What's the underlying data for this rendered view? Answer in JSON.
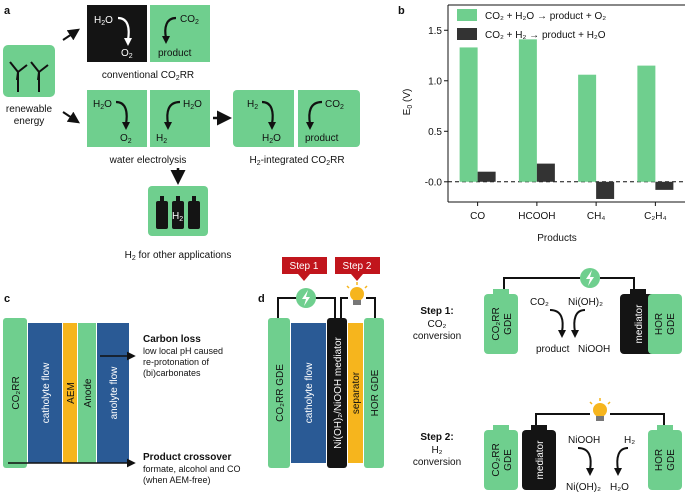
{
  "colors": {
    "green": "#6fcf8e",
    "dark_green": "#4caf6e",
    "blue": "#2a5a95",
    "yellow": "#f6b51d",
    "black": "#141414",
    "red": "#c1151c",
    "bar_dark": "#333333"
  },
  "panel_a": {
    "letter": "a",
    "source_label_1": "renewable",
    "source_label_2": "energy",
    "conv_label": "conventional CO",
    "conv_label_sub": "2",
    "conv_label_tail": "RR",
    "water_label": "water electrolysis",
    "h2int_label": "H",
    "h2int_label_sub": "2",
    "h2int_label_tail": "-integrated CO",
    "h2int_label_sub2": "2",
    "h2int_label_tail2": "RR",
    "other_label": "H",
    "other_label_sub": "2",
    "other_label_tail": " for other applications",
    "product_word": "product",
    "tank_label": "H",
    "tank_label_sub": "2"
  },
  "panel_b": {
    "letter": "b",
    "legend_1": "CO₂ + H₂O → product + O₂",
    "legend_2": "CO₂ + H₂ → product + H₂O",
    "ylabel": "E",
    "ylabel_sub": "0",
    "ylabel_tail": " (V)",
    "xlabel": "Products"
  },
  "chart_data": {
    "type": "bar",
    "categories": [
      "CO",
      "HCOOH",
      "CH₄",
      "C₂H₄"
    ],
    "series": [
      {
        "name": "CO₂ + H₂O → product + O₂",
        "values": [
          1.33,
          1.41,
          1.06,
          1.15
        ]
      },
      {
        "name": "CO₂ + H₂ → product + H₂O",
        "values": [
          0.1,
          0.18,
          -0.17,
          -0.08
        ]
      }
    ],
    "ylim": [
      -0.2,
      1.75
    ],
    "yticks": [
      "-0.0",
      "0.5",
      "1.0",
      "1.5"
    ],
    "ytick_values": [
      0.0,
      0.5,
      1.0,
      1.5
    ],
    "xlabel": "Products",
    "ylabel": "E0 (V)",
    "legend_position": "top"
  },
  "panel_c": {
    "letter": "c",
    "co2rr": "CO₂RR",
    "catholyte": "catholyte flow",
    "aem": "AEM",
    "anode": "Anode",
    "anolyte": "anolyte flow",
    "carbon_loss_title": "Carbon loss",
    "carbon_loss_1": "low local pH caused",
    "carbon_loss_2": "re-protonation of",
    "carbon_loss_3": "(bi)carbonates",
    "crossover_title": "Product crossover",
    "crossover_1": "formate, alcohol and CO",
    "crossover_2": "(when AEM-free)"
  },
  "panel_d": {
    "letter": "d",
    "step1_tag": "Step 1",
    "step2_tag": "Step 2",
    "co2rr_gde": "CO₂RR GDE",
    "catholyte": "catholyte flow",
    "mediator": "Ni(OH)₂/NiOOH mediator",
    "separator": "separator",
    "hor_gde": "HOR GDE",
    "step1_title": "Step 1:",
    "step1_sub_1": "CO₂",
    "step1_sub_2": "conversion",
    "step2_title": "Step 2:",
    "step2_sub_1": "H₂",
    "step2_sub_2": "conversion",
    "gde_left_1": "CO₂RR",
    "gde_left_2": "GDE",
    "gde_right_1": "HOR",
    "gde_right_2": "GDE",
    "mediator_short": "mediator",
    "s1_in_left": "CO₂",
    "s1_out_left": "product",
    "s1_in_right": "Ni(OH)₂",
    "s1_out_right": "NiOOH",
    "s2_in_left": "NiOOH",
    "s2_out_left": "Ni(OH)₂",
    "s2_in_right": "H₂",
    "s2_out_right": "H₂O"
  }
}
